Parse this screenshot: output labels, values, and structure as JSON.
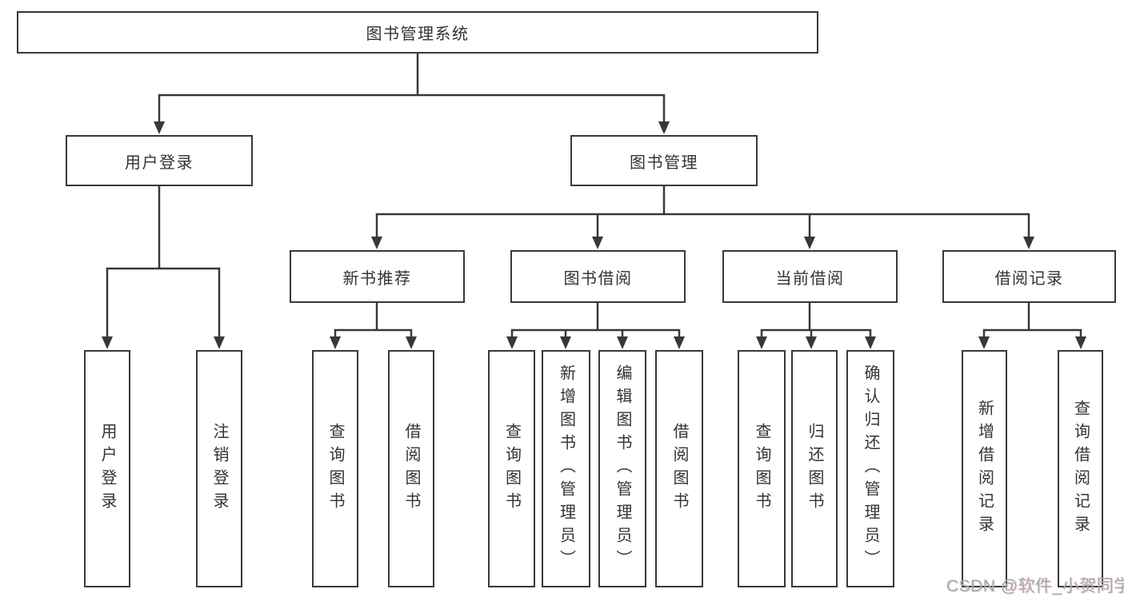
{
  "diagram": {
    "root": {
      "label": "图书管理系统"
    },
    "level2": [
      {
        "label": "用户登录"
      },
      {
        "label": "图书管理"
      }
    ],
    "level3": [
      {
        "label": "新书推荐",
        "parent": "图书管理"
      },
      {
        "label": "图书借阅",
        "parent": "图书管理"
      },
      {
        "label": "当前借阅",
        "parent": "图书管理"
      },
      {
        "label": "借阅记录",
        "parent": "图书管理"
      }
    ],
    "leaves": [
      {
        "label": "用户登录",
        "parent": "用户登录"
      },
      {
        "label": "注销登录",
        "parent": "用户登录"
      },
      {
        "label": "查询图书",
        "parent": "新书推荐"
      },
      {
        "label": "借阅图书",
        "parent": "新书推荐"
      },
      {
        "label": "查询图书",
        "parent": "图书借阅"
      },
      {
        "label": "新增图书（管理员）",
        "parent": "图书借阅"
      },
      {
        "label": "编辑图书（管理员）",
        "parent": "图书借阅"
      },
      {
        "label": "借阅图书",
        "parent": "图书借阅"
      },
      {
        "label": "查询图书",
        "parent": "当前借阅"
      },
      {
        "label": "归还图书",
        "parent": "当前借阅"
      },
      {
        "label": "确认归还（管理员）",
        "parent": "当前借阅"
      },
      {
        "label": "新增借阅记录",
        "parent": "借阅记录"
      },
      {
        "label": "查询借阅记录",
        "parent": "借阅记录"
      }
    ],
    "watermark": "CSDN @软件_小贺同学",
    "colors": {
      "line": "#383838",
      "box_border": "#383838",
      "text": "#333333",
      "watermark": "#a9a9ad",
      "background": "#ffffff"
    }
  }
}
